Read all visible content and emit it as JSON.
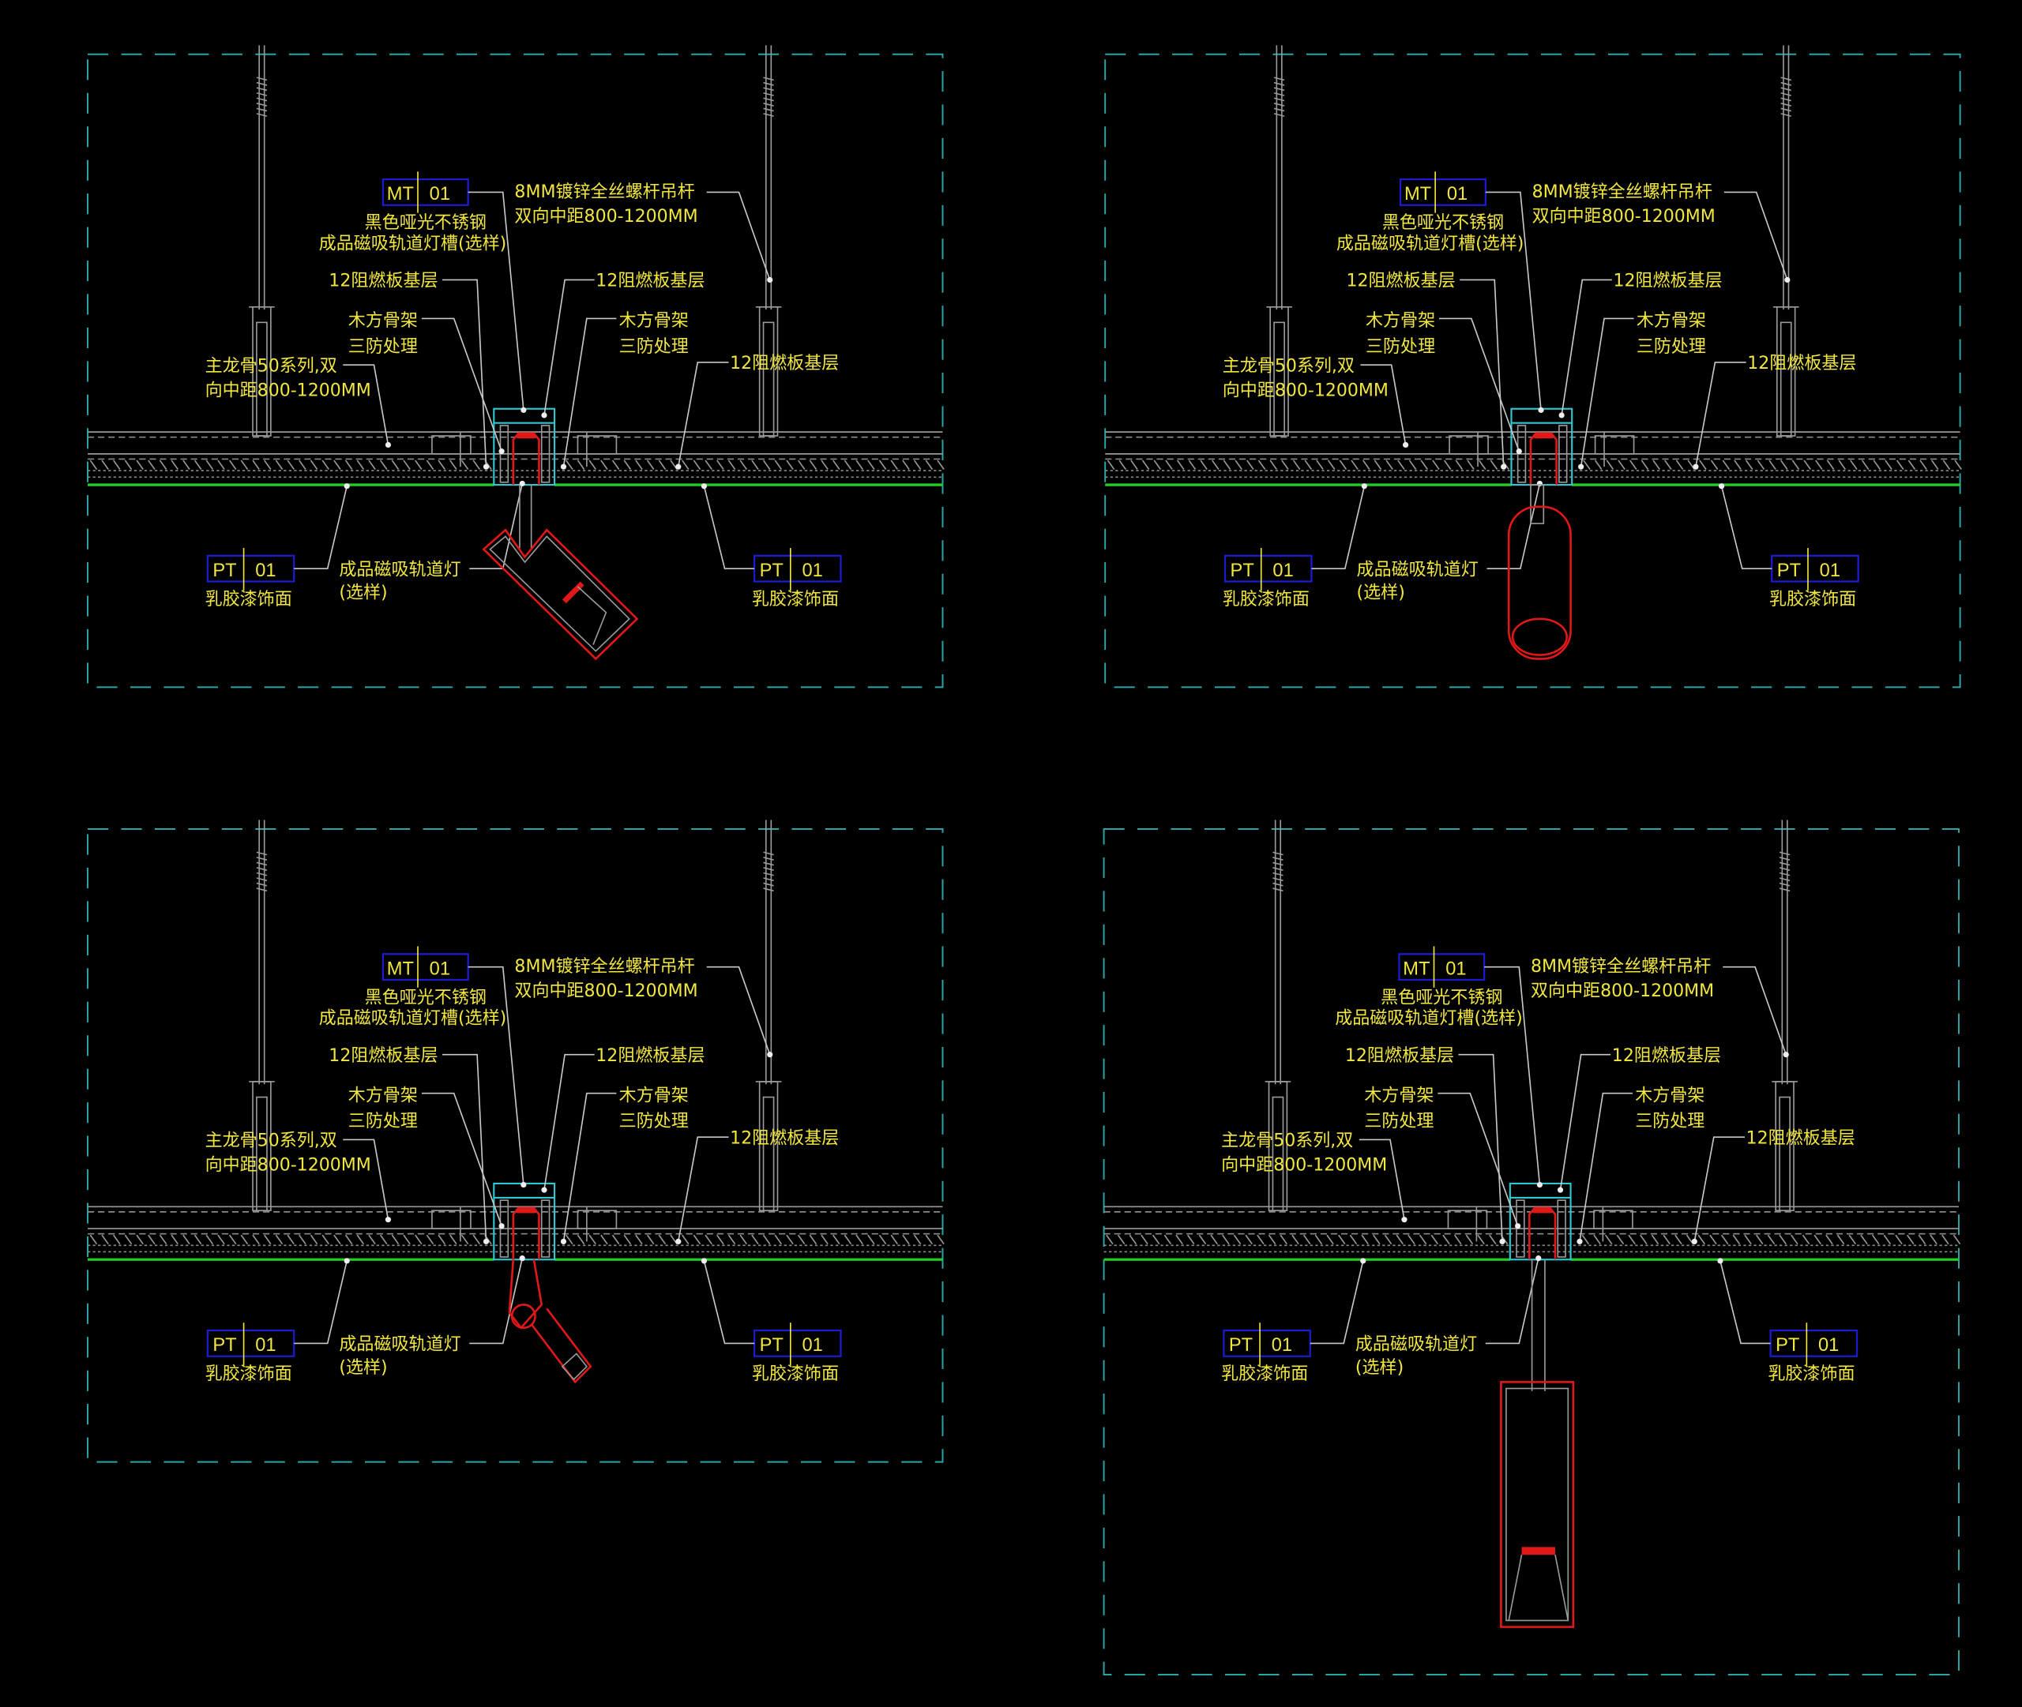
{
  "labels": {
    "mt_code": "MT",
    "mt_num": "01",
    "mt_desc_1": "黑色哑光不锈钢",
    "mt_desc_2": "成品磁吸轨道灯槽(选样)",
    "rod_1": "8MM镀锌全丝螺杆吊杆",
    "rod_2": "双向中距800-1200MM",
    "board_left": "12阻燃板基层",
    "board_right": "12阻燃板基层",
    "board_far_right": "12阻燃板基层",
    "wood_left_1": "木方骨架",
    "wood_left_2": "三防处理",
    "wood_right_1": "木方骨架",
    "wood_right_2": "三防处理",
    "main_keel_1": "主龙骨50系列,双",
    "main_keel_2": "向中距800-1200MM",
    "pt_code": "PT",
    "pt_num": "01",
    "pt_desc": "乳胶漆饰面",
    "lamp_1": "成品磁吸轨道灯",
    "lamp_2": "(选样)"
  },
  "panels": [
    {
      "lamp": "angled-spotlight"
    },
    {
      "lamp": "cylinder-pendant"
    },
    {
      "lamp": "small-angled-spot"
    },
    {
      "lamp": "long-pendant"
    }
  ],
  "colors": {
    "text": "#f2e640",
    "frame": "#2aa6a6",
    "finish_line": "#22cc22",
    "lamp": "#e01818",
    "tag_box": "#1c1ccc"
  }
}
